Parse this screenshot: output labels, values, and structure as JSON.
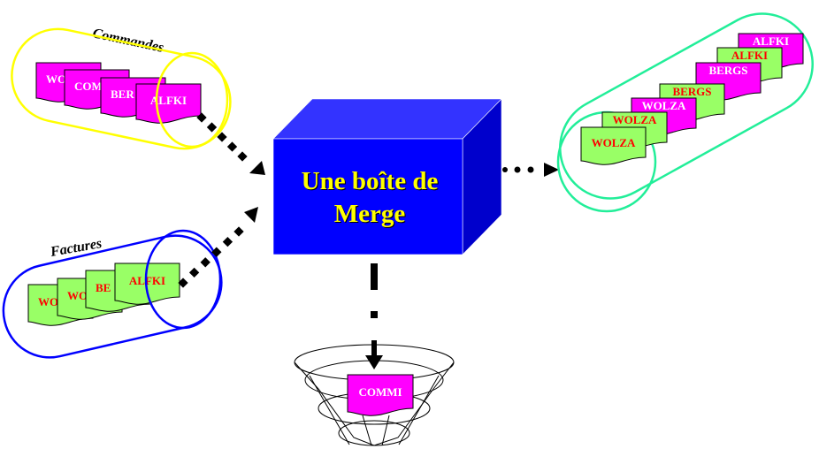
{
  "colors": {
    "order_doc": "#ff00ff",
    "invoice_doc": "#99ff66",
    "order_text": "#ffffff",
    "invoice_text": "#ff0000",
    "commandes_outline": "#ffff00",
    "factures_outline": "#0000ff",
    "output_outline": "#22ee99",
    "box_front": "#0000ff",
    "box_top": "#3333ff",
    "box_side": "#0000cc",
    "box_text": "#ffff00"
  },
  "commandes": {
    "label": "Commandes",
    "docs": [
      "WO",
      "COM",
      "BER",
      "ALFKI"
    ]
  },
  "factures": {
    "label": "Factures",
    "docs": [
      "WO",
      "WO",
      "BE",
      "ALFKI"
    ]
  },
  "merge_box": {
    "line1": "Une boîte de",
    "line2": "Merge"
  },
  "output": {
    "docs": [
      {
        "label": "ALFKI",
        "type": "order"
      },
      {
        "label": "ALFKI",
        "type": "invoice"
      },
      {
        "label": "BERGS",
        "type": "order"
      },
      {
        "label": "BERGS",
        "type": "invoice"
      },
      {
        "label": "WOLZA",
        "type": "order"
      },
      {
        "label": "WOLZA",
        "type": "invoice"
      },
      {
        "label": "WOLZA",
        "type": "invoice"
      }
    ]
  },
  "funnel": {
    "doc": "COMMI"
  }
}
